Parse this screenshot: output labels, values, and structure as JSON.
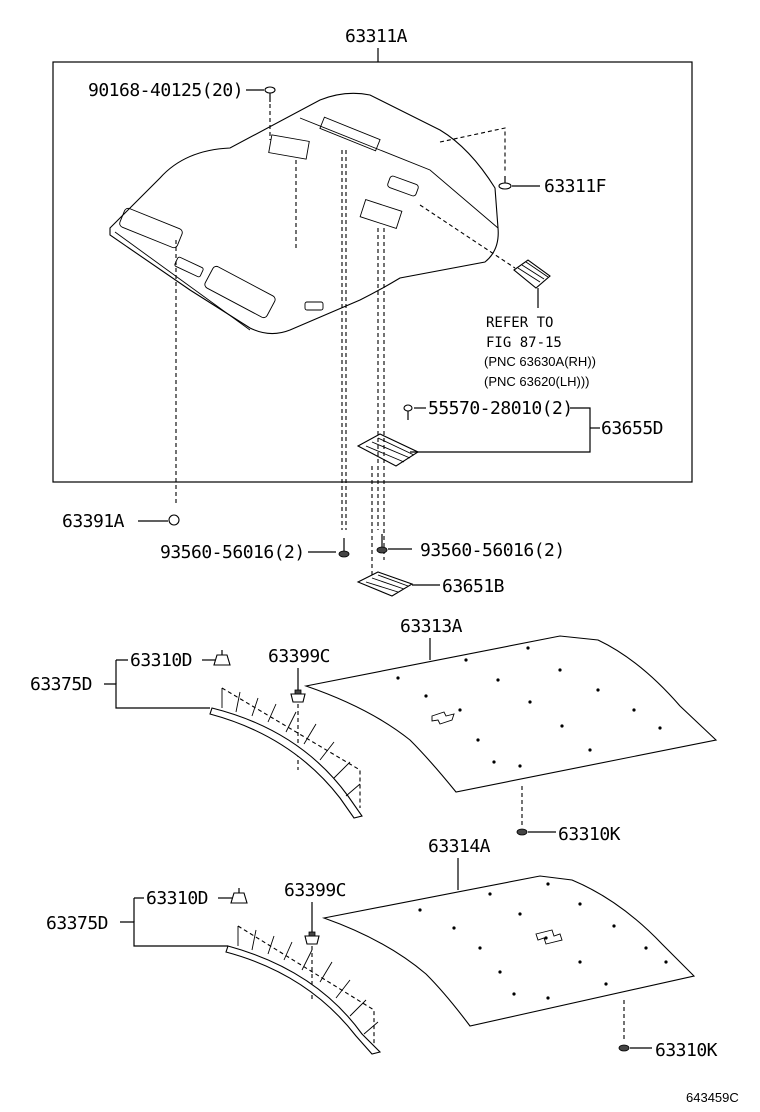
{
  "diagram": {
    "figure_id": "643459C",
    "labels": {
      "headliner_assy": "63311A",
      "screw_top": "90168-40125(20)",
      "clip_f": "63311F",
      "refer_1": "REFER TO",
      "refer_2": "FIG 87-15",
      "refer_3": "(PNC 63630A(RH))",
      "refer_4": "(PNC 63620(LH)))",
      "screw_mid": "55570-28010(2)",
      "bracket_d": "63655D",
      "clip_a": "63391A",
      "screw_left": "93560-56016(2)",
      "screw_right": "93560-56016(2)",
      "bracket_b": "63651B",
      "panel_a": "63313A",
      "clip_d1": "63310D",
      "clip_c1": "63399C",
      "wire_d1": "63375D",
      "clip_k1": "63310K",
      "panel_b": "63314A",
      "clip_d2": "63310D",
      "clip_c2": "63399C",
      "wire_d2": "63375D",
      "clip_k2": "63310K"
    }
  }
}
